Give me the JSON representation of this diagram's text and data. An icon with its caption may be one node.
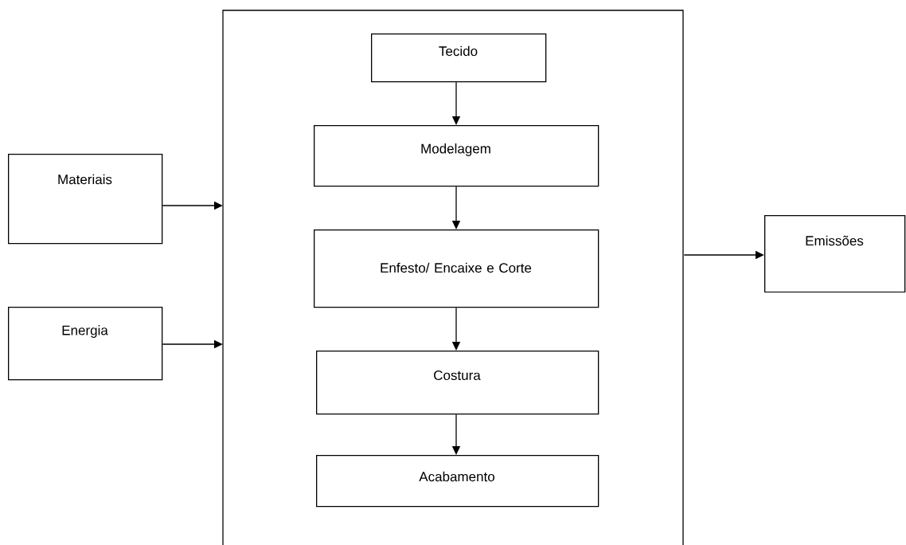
{
  "diagram": {
    "nodes": [
      {
        "text": [],
        "shape": "box"
      },
      {
        "text": [
          "Tecido"
        ],
        "in": 0
      },
      {
        "text": [
          "Modelagem"
        ],
        "in": 0
      },
      {
        "text": [
          "Enfesto/ Encaixe e Corte"
        ],
        "in": 0
      },
      {
        "text": [
          "Costura"
        ],
        "in": 0
      },
      {
        "text": [
          "Acabamento"
        ],
        "in": 0
      },
      {
        "text": [
          "Materiais"
        ]
      },
      {
        "text": [
          "Energia"
        ]
      },
      {
        "text": [
          "Emissões"
        ]
      }
    ],
    "edges": [
      {
        "from": 1,
        "to": 2,
        "arrow": "to"
      },
      {
        "from": 2,
        "to": 3,
        "arrow": "to"
      },
      {
        "from": 3,
        "to": 4,
        "arrow": "to"
      },
      {
        "from": 4,
        "to": 5,
        "arrow": "to"
      },
      {
        "from": 6,
        "to": 0,
        "arrow": "to"
      },
      {
        "from": 7,
        "to": 0,
        "arrow": "to"
      },
      {
        "from": 0,
        "to": 8,
        "arrow": "to"
      }
    ]
  }
}
